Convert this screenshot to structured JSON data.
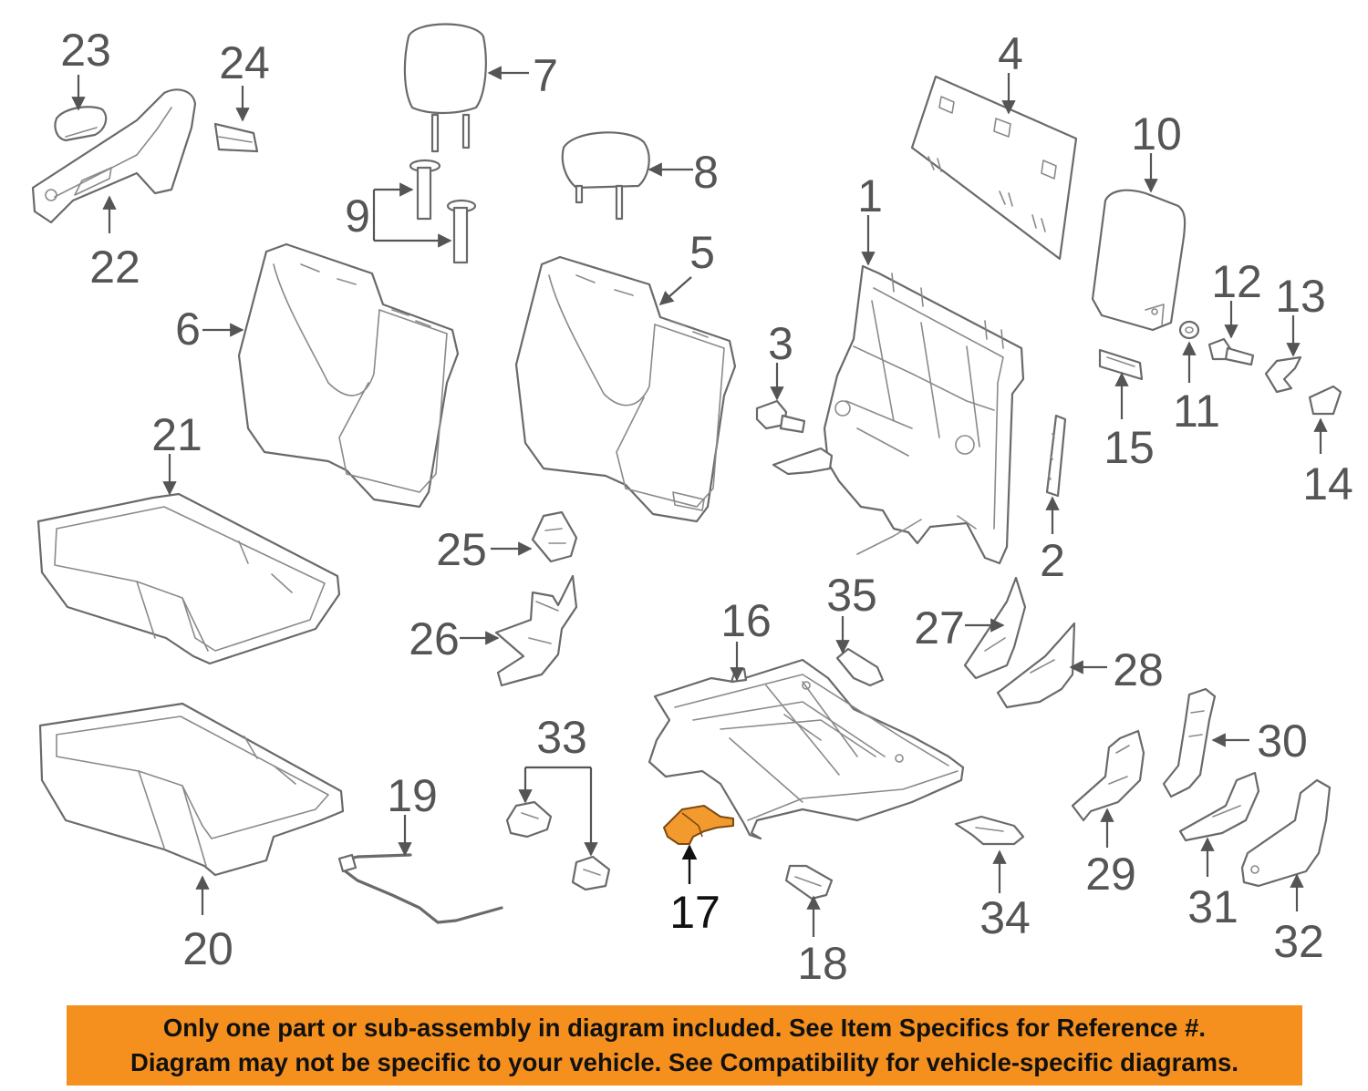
{
  "diagram": {
    "callouts": {
      "c1": "1",
      "c2": "2",
      "c3": "3",
      "c4": "4",
      "c5": "5",
      "c6": "6",
      "c7": "7",
      "c8": "8",
      "c9": "9",
      "c10": "10",
      "c11": "11",
      "c12": "12",
      "c13": "13",
      "c14": "14",
      "c15": "15",
      "c16": "16",
      "c17": "17",
      "c18": "18",
      "c19": "19",
      "c20": "20",
      "c21": "21",
      "c22": "22",
      "c23": "23",
      "c24": "24",
      "c25": "25",
      "c26": "26",
      "c27": "27",
      "c28": "28",
      "c29": "29",
      "c30": "30",
      "c31": "31",
      "c32": "32",
      "c33": "33",
      "c34": "34",
      "c35": "35"
    },
    "highlighted_part": "17",
    "colors": {
      "highlight": "#f29a2e",
      "banner": "#f5901e",
      "line": "#6a6a6a"
    }
  },
  "disclaimer": {
    "line1": "Only one part or sub-assembly in diagram included. See Item Specifics for Reference #.",
    "line2": "Diagram may not be specific to your vehicle. See Compatibility for vehicle-specific diagrams."
  }
}
